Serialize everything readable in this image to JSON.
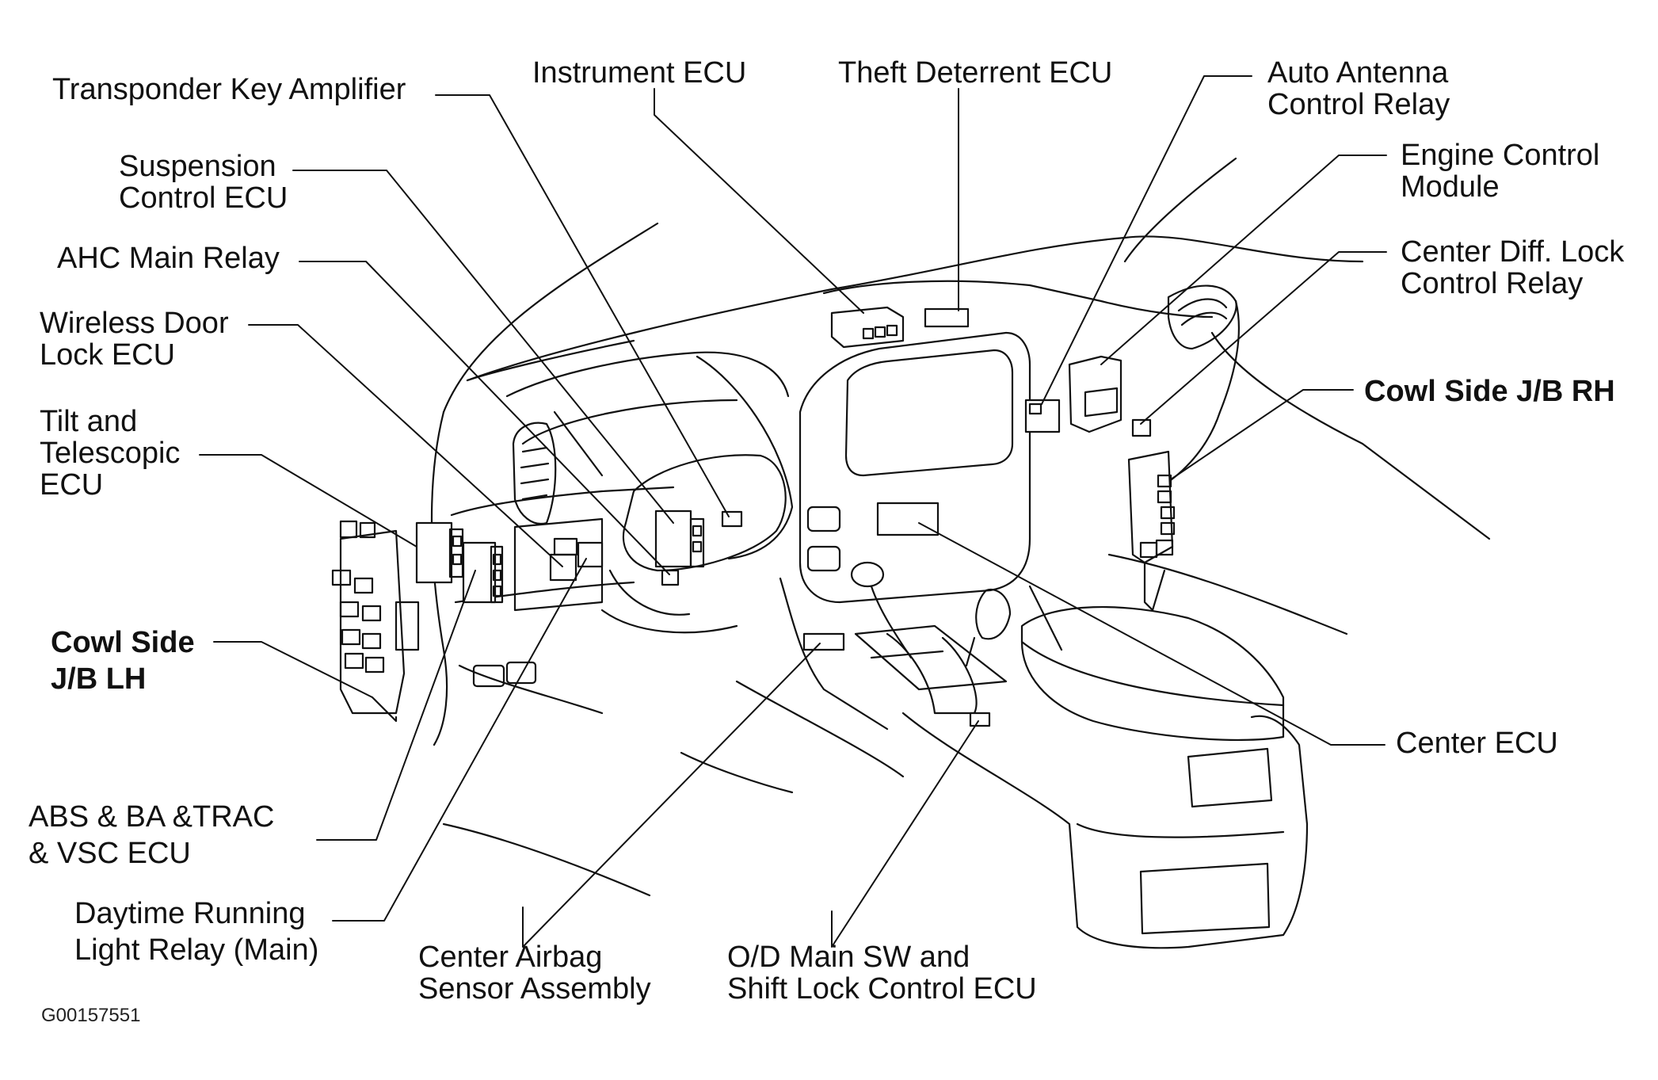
{
  "labels": {
    "transponder": [
      "Transponder Key Amplifier"
    ],
    "instrument_ecu": [
      "Instrument ECU"
    ],
    "theft_deterrent": [
      "Theft Deterrent ECU"
    ],
    "auto_antenna": [
      "Auto Antenna",
      "Control Relay"
    ],
    "engine_control": [
      "Engine Control",
      "Module"
    ],
    "center_diff": [
      "Center Diff. Lock",
      "Control Relay"
    ],
    "cowl_rh": [
      "Cowl Side J/B RH"
    ],
    "suspension": [
      "Suspension",
      "Control ECU"
    ],
    "ahc": [
      "AHC Main Relay"
    ],
    "wireless": [
      "Wireless Door",
      "Lock ECU"
    ],
    "tilt": [
      "Tilt and",
      "Telescopic",
      "ECU"
    ],
    "cowl_lh": [
      "Cowl Side",
      "J/B LH"
    ],
    "abs": [
      "ABS & BA &TRAC",
      "& VSC ECU"
    ],
    "daytime": [
      "Daytime Running",
      "Light Relay (Main)"
    ],
    "airbag": [
      "Center Airbag",
      "Sensor Assembly"
    ],
    "od_main": [
      "O/D Main SW and",
      "Shift Lock Control ECU"
    ],
    "center_ecu": [
      "Center ECU"
    ]
  },
  "figure_id": "G00157551"
}
